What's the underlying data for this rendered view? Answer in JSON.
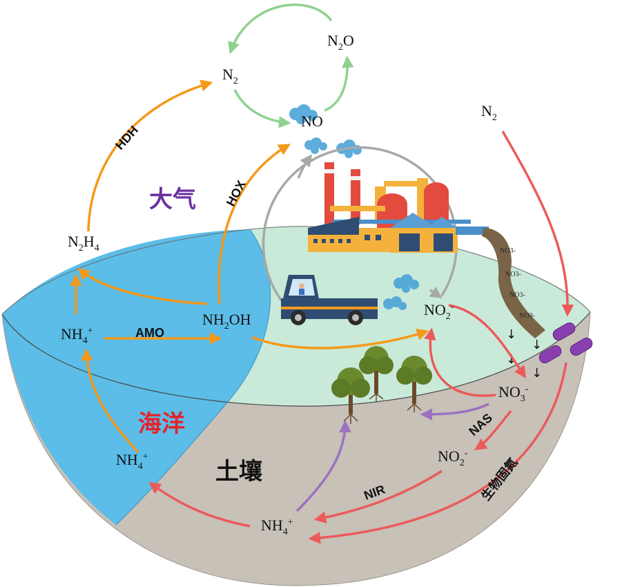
{
  "regions": {
    "atmosphere": "大气",
    "ocean": "海洋",
    "soil": "土壤"
  },
  "species": {
    "n2_top": {
      "base": "N",
      "sub": "2",
      "tail": ""
    },
    "n2o": {
      "base": "N",
      "sub": "2",
      "tail": "O"
    },
    "no": {
      "base": "NO",
      "sub": "",
      "tail": ""
    },
    "n2_right": {
      "base": "N",
      "sub": "2",
      "tail": ""
    },
    "n2h4": {
      "base": "N",
      "sub": "2",
      "mid": "H",
      "sub2": "4"
    },
    "nh4_ocean_top": {
      "base": "NH",
      "sub": "4",
      "sup": "+"
    },
    "nh2oh": {
      "base": "NH",
      "sub": "2",
      "tail": "OH"
    },
    "no2_land": {
      "base": "NO",
      "sub": "2",
      "sup": "-"
    },
    "no3_land": {
      "base": "NO",
      "sub": "3",
      "sup": "-"
    },
    "no2_soil": {
      "base": "NO",
      "sub": "2",
      "sup": "-"
    },
    "nh4_ocean_bottom": {
      "base": "NH",
      "sub": "4",
      "sup": "+"
    },
    "nh4_soil": {
      "base": "NH",
      "sub": "4",
      "sup": "+"
    }
  },
  "processes": {
    "hdh": "HDH",
    "hox": "HOX",
    "amo": "AMO",
    "nas": "NAS",
    "nir": "NIR",
    "fixation": "生物固氮"
  },
  "runoff_labels": [
    "NO3-",
    "NO3-",
    "NO3-",
    "NO3-"
  ],
  "colors": {
    "ocean": "#5bbde8",
    "land_top": "#c9ead9",
    "soil": "#c7c1b8",
    "orange_arrow": "#f4991a",
    "green_arrow": "#8fd18f",
    "gray_arrow": "#a8a8a8",
    "red_arrow": "#ec5a5a",
    "purple_arrow": "#9b72c0",
    "atmosphere_label": "#6b2fa0",
    "ocean_label": "#e8202a",
    "soil_label": "#111111"
  },
  "icons": [
    "factory-icon",
    "truck-icon",
    "smoke-cloud-icon",
    "tree-icon",
    "bacteria-icon",
    "wastewater-pipe-icon"
  ]
}
